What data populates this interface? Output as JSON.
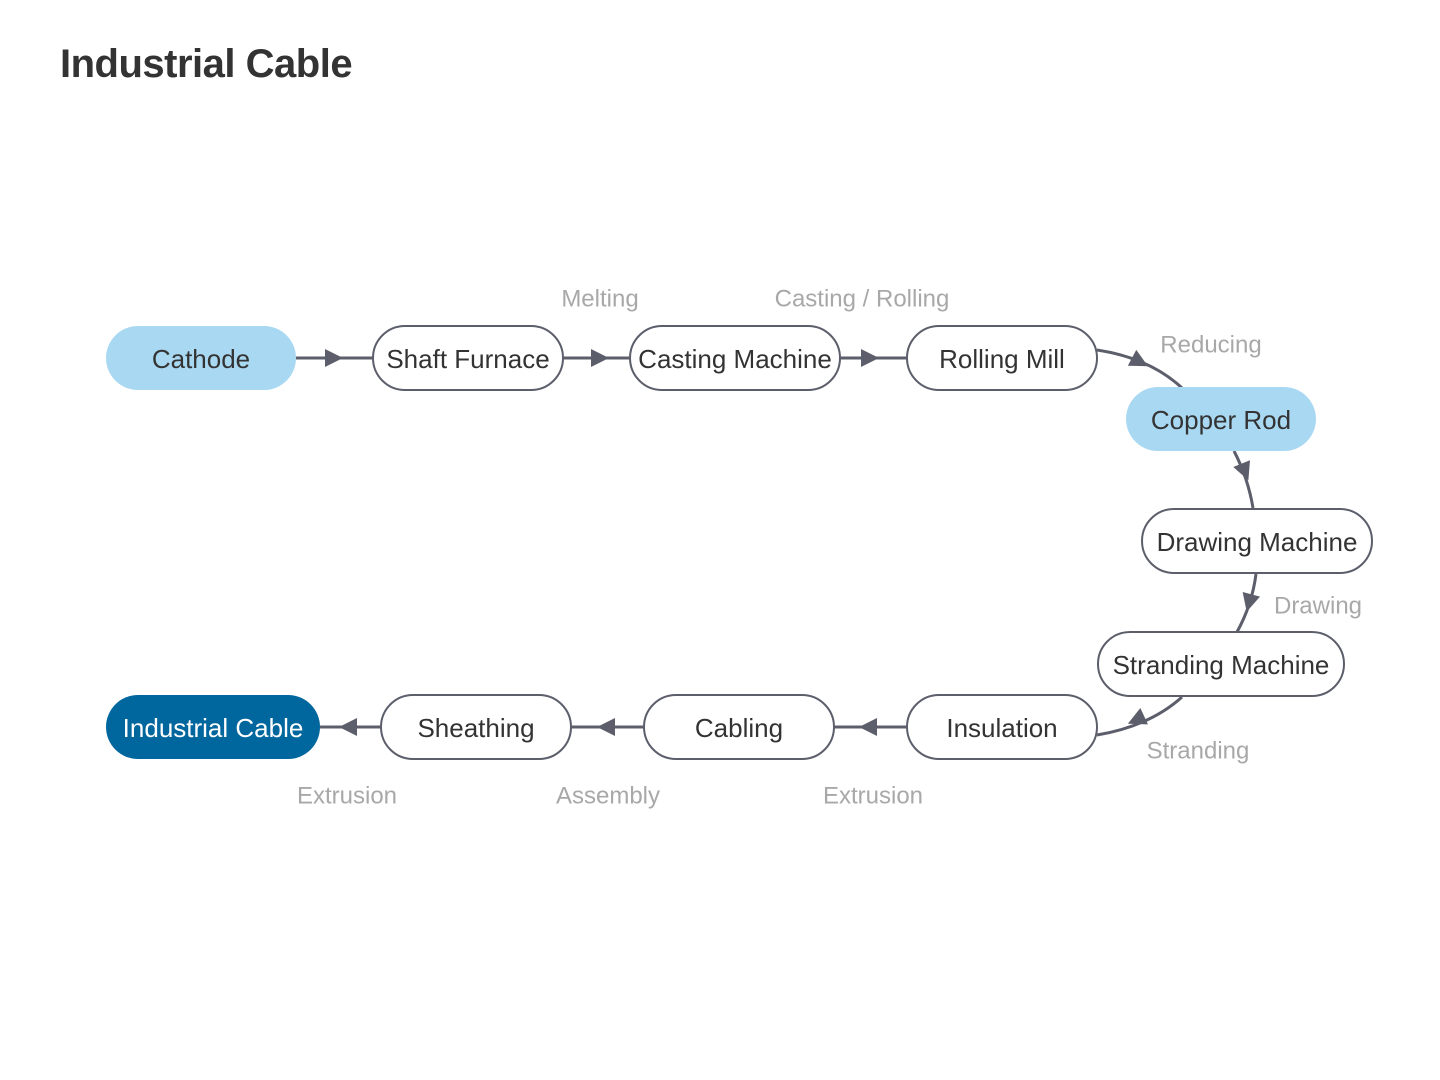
{
  "title": "Industrial Cable",
  "colors": {
    "edge": "#5c5f6b",
    "node_stroke": "#5c5f6b",
    "node_fill": "#ffffff",
    "highlight_fill": "#a9d8f2",
    "final_fill": "#00669e",
    "text": "#333333",
    "final_text": "#ffffff",
    "edge_label": "#a8a8a8"
  },
  "nodes": [
    {
      "id": "cathode",
      "label": "Cathode",
      "style": "highlight"
    },
    {
      "id": "shaft_furnace",
      "label": "Shaft Furnace",
      "style": "normal"
    },
    {
      "id": "casting_machine",
      "label": "Casting Machine",
      "style": "normal"
    },
    {
      "id": "rolling_mill",
      "label": "Rolling Mill",
      "style": "normal"
    },
    {
      "id": "copper_rod",
      "label": "Copper Rod",
      "style": "highlight"
    },
    {
      "id": "drawing_machine",
      "label": "Drawing Machine",
      "style": "normal"
    },
    {
      "id": "stranding_machine",
      "label": "Stranding Machine",
      "style": "normal"
    },
    {
      "id": "insulation",
      "label": "Insulation",
      "style": "normal"
    },
    {
      "id": "cabling",
      "label": "Cabling",
      "style": "normal"
    },
    {
      "id": "sheathing",
      "label": "Sheathing",
      "style": "normal"
    },
    {
      "id": "industrial_cable",
      "label": "Industrial Cable",
      "style": "final"
    }
  ],
  "edges": [
    {
      "from": "cathode",
      "to": "shaft_furnace",
      "label": ""
    },
    {
      "from": "shaft_furnace",
      "to": "casting_machine",
      "label": "Melting"
    },
    {
      "from": "casting_machine",
      "to": "rolling_mill",
      "label": "Casting / Rolling"
    },
    {
      "from": "rolling_mill",
      "to": "copper_rod",
      "label": "Reducing"
    },
    {
      "from": "copper_rod",
      "to": "drawing_machine",
      "label": ""
    },
    {
      "from": "drawing_machine",
      "to": "stranding_machine",
      "label": "Drawing"
    },
    {
      "from": "stranding_machine",
      "to": "insulation",
      "label": "Stranding"
    },
    {
      "from": "insulation",
      "to": "cabling",
      "label": "Extrusion"
    },
    {
      "from": "cabling",
      "to": "sheathing",
      "label": "Assembly"
    },
    {
      "from": "sheathing",
      "to": "industrial_cable",
      "label": "Extrusion"
    }
  ]
}
